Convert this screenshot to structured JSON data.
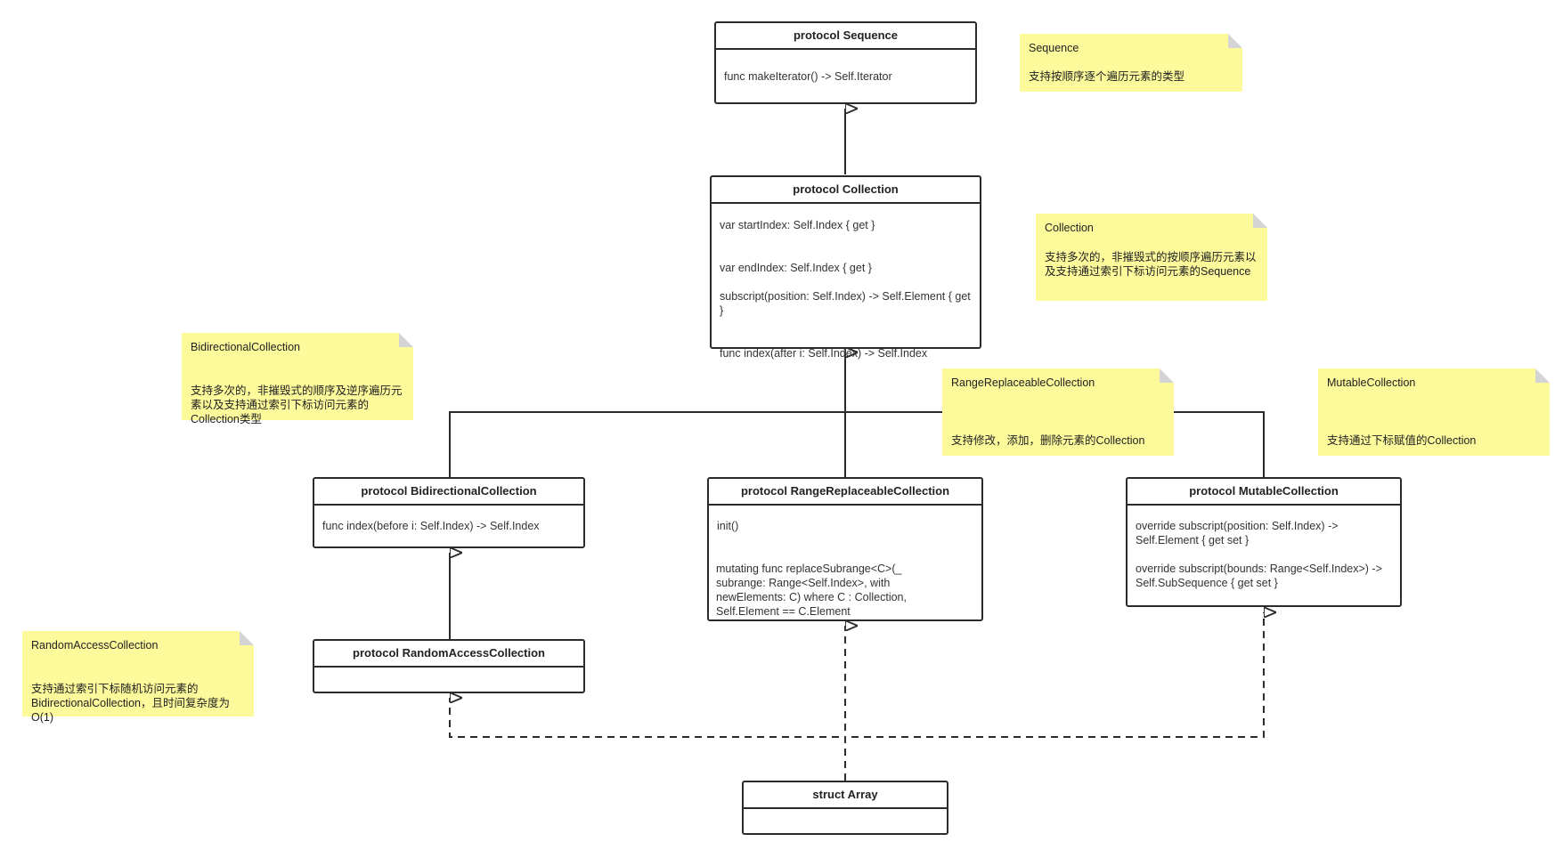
{
  "boxes": {
    "sequence": {
      "title": "protocol Sequence",
      "members": [
        "func makeIterator() -> Self.Iterator"
      ]
    },
    "collection": {
      "title": "protocol Collection",
      "members": [
        "var startIndex: Self.Index { get }",
        "var endIndex: Self.Index { get }",
        "subscript(position: Self.Index) -> Self.Element { get }",
        "func index(after i: Self.Index) -> Self.Index"
      ]
    },
    "bidirectional": {
      "title": "protocol BidirectionalCollection",
      "members": [
        "func index(before i: Self.Index) -> Self.Index"
      ]
    },
    "range_replaceable": {
      "title": "protocol RangeReplaceableCollection",
      "members": [
        "init()",
        "mutating func replaceSubrange<C>(_ subrange: Range<Self.Index>, with newElements: C) where C : Collection, Self.Element == C.Element"
      ]
    },
    "mutable": {
      "title": "protocol MutableCollection",
      "members": [
        "override subscript(position: Self.Index) -> Self.Element { get set }",
        "override subscript(bounds: Range<Self.Index>) -> Self.SubSequence { get set }"
      ]
    },
    "random_access": {
      "title": "protocol RandomAccessCollection",
      "members": []
    },
    "array": {
      "title": "struct Array",
      "members": []
    }
  },
  "notes": {
    "sequence": {
      "title": "Sequence",
      "body": "支持按顺序逐个遍历元素的类型"
    },
    "collection": {
      "title": "Collection",
      "body": "支持多次的，非摧毁式的按顺序遍历元素以及支持通过索引下标访问元素的Sequence"
    },
    "bidirectional": {
      "title": "BidirectionalCollection",
      "body": "支持多次的，非摧毁式的顺序及逆序遍历元素以及支持通过索引下标访问元素的Collection类型"
    },
    "range_replaceable": {
      "title": "RangeReplaceableCollection",
      "body": "支持修改，添加，删除元素的Collection"
    },
    "mutable": {
      "title": "MutableCollection",
      "body": "支持通过下标赋值的Collection"
    },
    "random_access": {
      "title": "RandomAccessCollection",
      "body": "支持通过索引下标随机访问元素的BidirectionalCollection，且时间复杂度为O(1)"
    }
  },
  "colors": {
    "note_fill": "#fdfa9b",
    "line": "#2b2b2b",
    "box_border": "#2b2b2b"
  }
}
